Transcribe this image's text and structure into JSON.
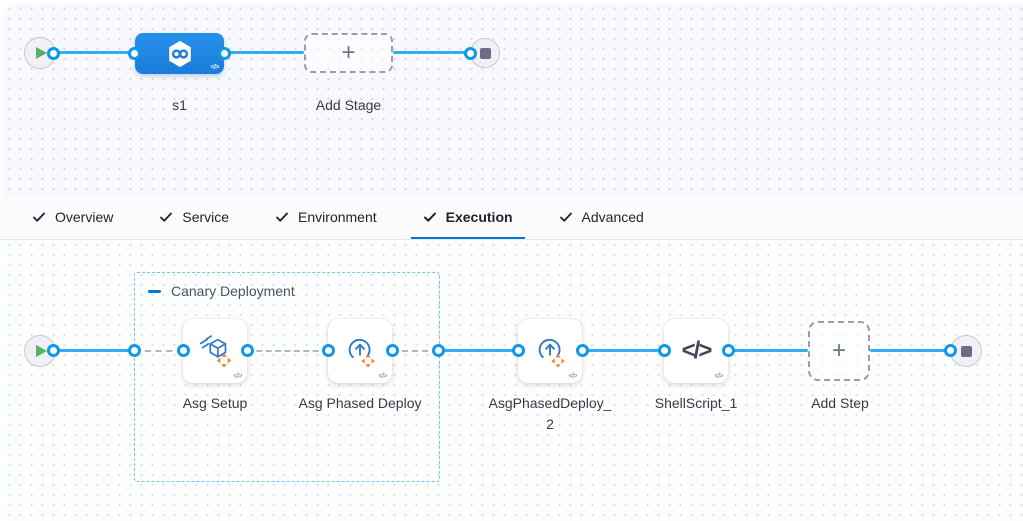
{
  "stage_canvas": {
    "stage_label": "s1",
    "add_stage_label": "Add Stage",
    "start_node": "pipeline-start",
    "end_node": "pipeline-end"
  },
  "tabs": {
    "items": [
      {
        "label": "Overview",
        "active": false
      },
      {
        "label": "Service",
        "active": false
      },
      {
        "label": "Environment",
        "active": false
      },
      {
        "label": "Execution",
        "active": true
      },
      {
        "label": "Advanced",
        "active": false
      }
    ],
    "active_tab": "Execution"
  },
  "execution_canvas": {
    "group_label": "Canary Deployment",
    "steps": [
      {
        "label": "Asg Setup",
        "icon": "asg-setup-cube"
      },
      {
        "label": "Asg Phased Deploy",
        "icon": "phased-deploy-circular-arrow"
      },
      {
        "label": "AsgPhasedDeploy_2",
        "icon": "phased-deploy-circular-arrow"
      },
      {
        "label": "ShellScript_1",
        "icon": "shell-script-code"
      }
    ],
    "add_step_label": "Add Step"
  },
  "icons": {
    "play": "▶",
    "stop": "■",
    "plus": "+",
    "check": "✓",
    "collapse": "−",
    "code": "</>",
    "infinity": "∞"
  },
  "colors": {
    "link_blue": "#31aeee",
    "connector_ring": "#0f99e4",
    "stage_blue": "#2088e4",
    "active_tab_underline": "#0278d5",
    "group_border": "#6fc6ee",
    "move_cross_orange": "#f57d2c",
    "play_green": "#57b263",
    "stop_gray": "#6b6d85",
    "label_text": "#383946"
  }
}
